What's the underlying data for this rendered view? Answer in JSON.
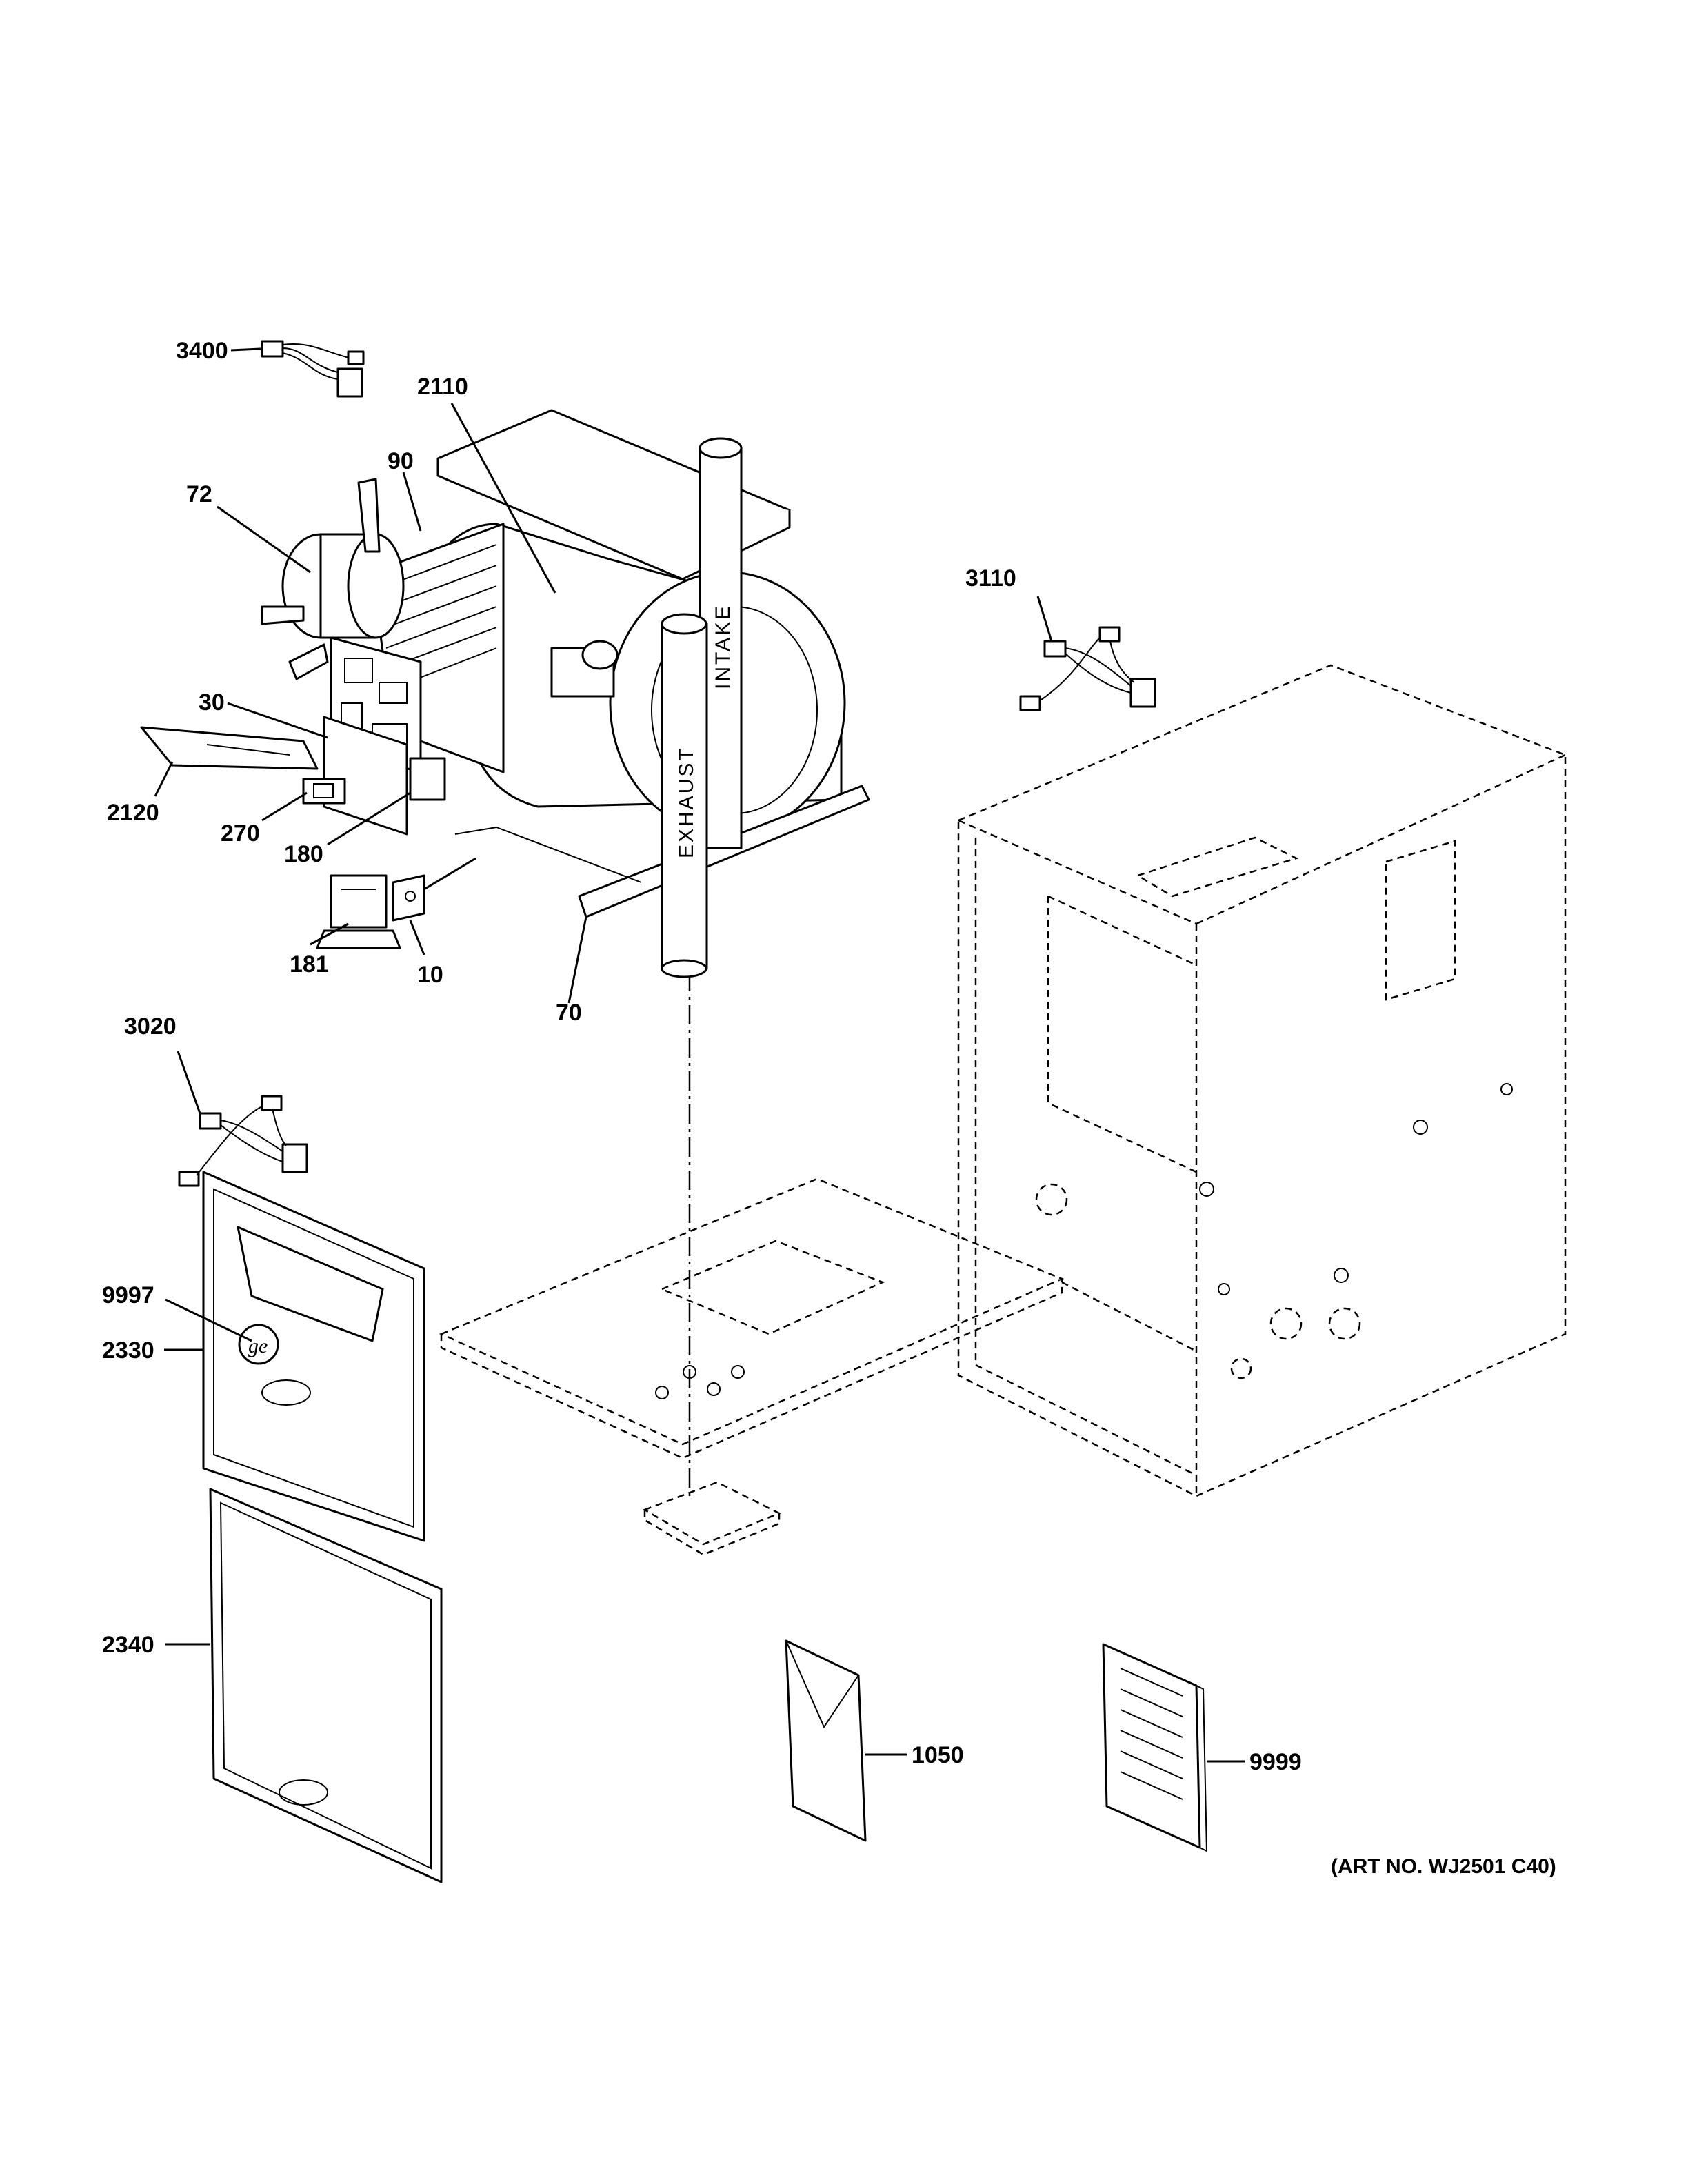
{
  "callouts": {
    "c3400": "3400",
    "c2110": "2110",
    "c90": "90",
    "c72": "72",
    "c3110": "3110",
    "c30": "30",
    "c2120": "2120",
    "c270": "270",
    "c180": "180",
    "c181": "181",
    "c10": "10",
    "c70": "70",
    "c3020": "3020",
    "c9997": "9997",
    "c2330": "2330",
    "c2340": "2340",
    "c1050": "1050",
    "c9999": "9999"
  },
  "tube_labels": {
    "intake": "INTAKE",
    "exhaust": "EXHAUST"
  },
  "art_number": "(ART NO. WJ2501 C40)"
}
